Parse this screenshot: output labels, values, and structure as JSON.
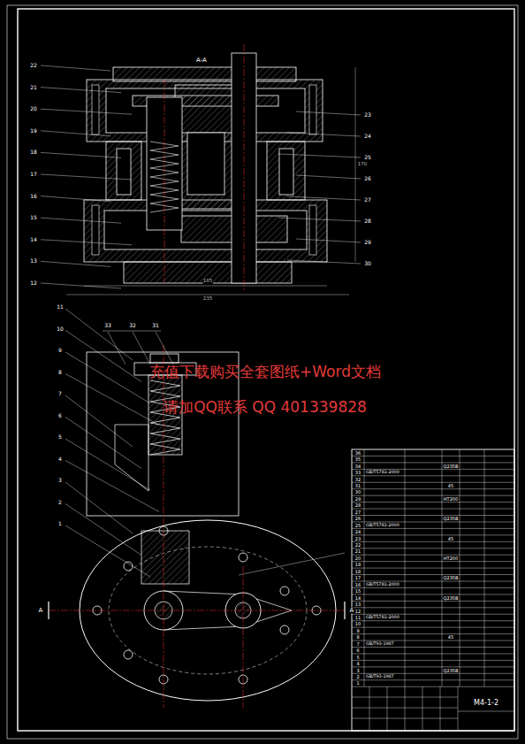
{
  "diagram": {
    "labels": [
      "A-A",
      "22",
      "21",
      "20",
      "19",
      "18",
      "17",
      "16",
      "15",
      "14",
      "13",
      "12",
      "23",
      "24",
      "25",
      "26",
      "27",
      "28",
      "29",
      "30",
      "185",
      "235",
      "170",
      "33",
      "32",
      "31",
      "11",
      "10",
      "9",
      "8",
      "7",
      "6",
      "5",
      "4",
      "3",
      "2",
      "1",
      "A",
      "A",
      "充值下载购买全套图纸+Word文档",
      "请加QQ联系 QQ 401339828",
      "36",
      "35",
      "34",
      "33",
      "32",
      "31",
      "30",
      "29",
      "28",
      "27",
      "26",
      "25",
      "24",
      "23",
      "22",
      "21",
      "20",
      "19",
      "18",
      "17",
      "16",
      "15",
      "14",
      "13",
      "12",
      "11",
      "10",
      "9",
      "8",
      "7",
      "6",
      "5",
      "4",
      "3",
      "2",
      "1",
      "Q235B",
      "45",
      "HT200",
      "Q235B",
      "45",
      "HT200",
      "Q235B",
      "Q235B",
      "45",
      "Q235B",
      "GB/T5781-2000",
      "GB/T5781-2000",
      "GB/T5781-2000",
      "GB/T5781-2000",
      "GB/T93-1987",
      "GB/T93-1987",
      "M4-1-2"
    ]
  }
}
